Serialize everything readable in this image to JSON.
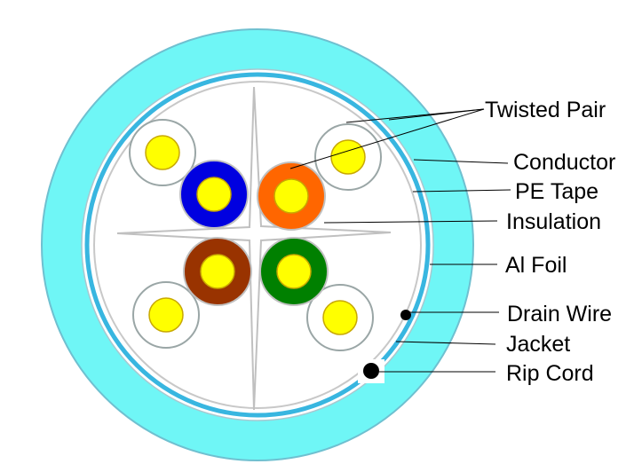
{
  "labels": {
    "twisted_pair": "Twisted Pair",
    "conductor": "Conductor",
    "pe_tape": "PE Tape",
    "insulation": "Insulation",
    "al_foil": "Al Foil",
    "drain_wire": "Drain Wire",
    "jacket": "Jacket",
    "rip_cord": "Rip Cord"
  },
  "colors": {
    "jacket": "#6ff6f6",
    "jacket_outline": "#6fc0d0",
    "foil": "#38b6e0",
    "white_pair": "#ffffff",
    "white_pair_outline": "#9aa6a6",
    "conductor": "#ffff00",
    "conductor_outline": "#c8a800",
    "blue": "#0000e0",
    "orange": "#ff6600",
    "brown": "#993300",
    "green": "#008000",
    "separator": "#c0c0c0",
    "drain_wire": "#000000",
    "rip_cord": "#000000"
  }
}
